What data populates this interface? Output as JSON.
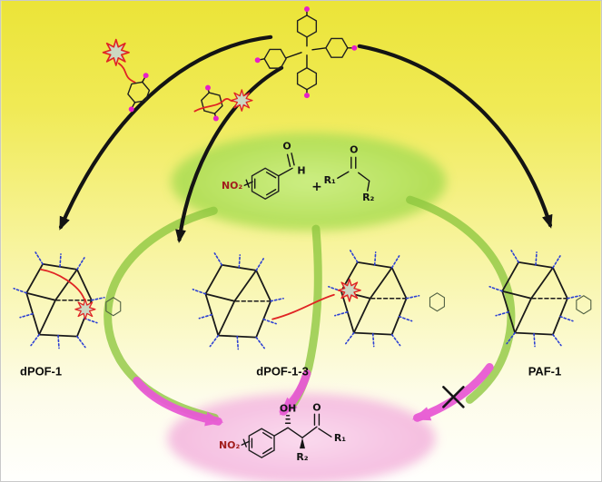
{
  "labels": {
    "dpof1": "dPOF-1",
    "dpof13": "dPOF-1-3",
    "paf1": "PAF-1"
  },
  "reactants": {
    "no2": "NO₂",
    "aldehyde_o": "O",
    "aldehyde_h": "H",
    "plus": "+",
    "ketone_o": "O",
    "r1": "R₁",
    "r2": "R₂"
  },
  "product": {
    "no2": "NO₂",
    "oh": "OH",
    "carbonyl_o": "O",
    "r1": "R₁",
    "r2": "R₂"
  },
  "icons": {
    "catalyst_star": "star-icon",
    "no_reaction": "cross-x-icon",
    "linker_node": "magenta-dot-icon"
  },
  "colors": {
    "bg_top": "#ebe438",
    "bg_bottom": "#fffffd",
    "substrate_ellipse": "#aede55",
    "product_ellipse": "#f6c0e2",
    "green_arrow": "#8dc63f",
    "magenta_arrow": "#e85ad4",
    "black_arrow": "#141414",
    "red_tether": "#e02424",
    "blue_dangling_bond": "#2b3fd4",
    "magenta_node": "#e81ec8",
    "star_fill": "#ccd8c2"
  }
}
